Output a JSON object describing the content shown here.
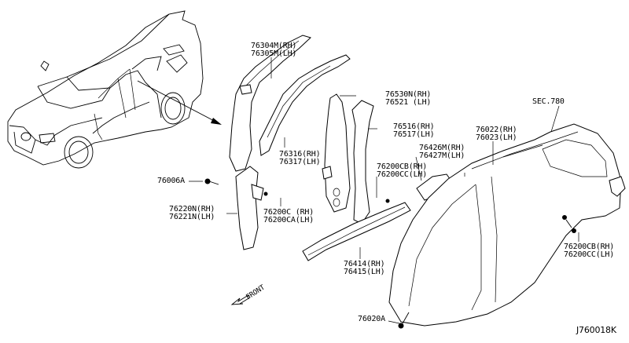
{
  "diagram": {
    "type": "parts-exploded-view",
    "code": "J760018K",
    "section_ref": "SEC.780",
    "front_indicator": "FRONT",
    "parts": [
      {
        "id": "p1",
        "lines": [
          "76304M(RH)",
          "76305M(LH)"
        ]
      },
      {
        "id": "p2",
        "lines": [
          "76530N(RH)",
          "76521 (LH)"
        ]
      },
      {
        "id": "p3",
        "lines": [
          "76516(RH)",
          "76517(LH)"
        ]
      },
      {
        "id": "p4",
        "lines": [
          "76316(RH)",
          "76317(LH)"
        ]
      },
      {
        "id": "p5",
        "lines": [
          "76426M(RH)",
          "76427M(LH)"
        ]
      },
      {
        "id": "p6",
        "lines": [
          "76022(RH)",
          "76023(LH)"
        ]
      },
      {
        "id": "p7",
        "lines": [
          "76200CB(RH)",
          "76200CC(LH)"
        ]
      },
      {
        "id": "p8",
        "lines": [
          "76006A"
        ]
      },
      {
        "id": "p9",
        "lines": [
          "76220N(RH)",
          "76221N(LH)"
        ]
      },
      {
        "id": "p10",
        "lines": [
          "76200C (RH)",
          "76200CA(LH)"
        ]
      },
      {
        "id": "p11",
        "lines": [
          "76414(RH)",
          "76415(LH)"
        ]
      },
      {
        "id": "p12",
        "lines": [
          "76200CB(RH)",
          "76200CC(LH)"
        ]
      },
      {
        "id": "p13",
        "lines": [
          "76020A"
        ]
      }
    ]
  }
}
